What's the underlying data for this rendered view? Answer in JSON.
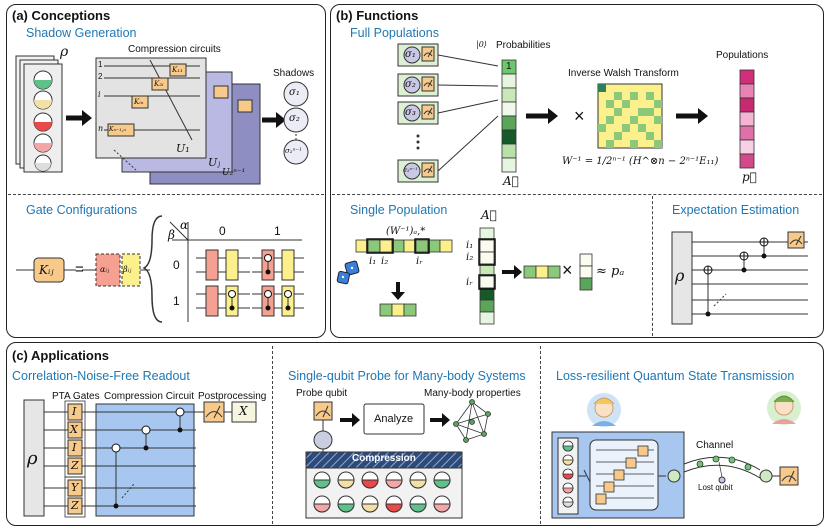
{
  "panel_a": {
    "title": "(a) Conceptions",
    "shadow_generation": {
      "title": "Shadow Generation",
      "rho": "ρ",
      "compression_label": "Compression circuits",
      "wire_labels": [
        "1",
        "2",
        "i",
        "n"
      ],
      "gates": [
        "K₁₁",
        "K₂ᵢ",
        "Kᵢₙ",
        "Kₙ₋₁,ₙ"
      ],
      "unitaries": [
        "U₁",
        "Uⱼ",
        "U₂ⁿ⁻¹"
      ],
      "shadows_label": "Shadows",
      "shadows": [
        "σ₁",
        "σ₂",
        "σ₂ⁿ⁻¹"
      ]
    },
    "gate_configurations": {
      "title": "Gate Configurations",
      "gate": "Kᵢⱼ",
      "equals": "=",
      "alpha_gate": "αᵢⱼ",
      "beta_gate": "βᵢⱼ",
      "alpha": "α",
      "beta": "β",
      "col_labels": [
        "0",
        "1"
      ],
      "row_labels": [
        "0",
        "1"
      ]
    }
  },
  "panel_b": {
    "title": "(b) Functions",
    "full_populations": {
      "title": "Full Populations",
      "sigmas": [
        "σ₁",
        "σ₂",
        "σ₃",
        "σ₂ⁿ⁻¹"
      ],
      "ket0": "|0⟩",
      "probabilities_label": "Probabilities",
      "first_prob": "1",
      "A_label": "A⃗",
      "times": "×",
      "iwt_label": "Inverse Walsh Transform",
      "formula": "W⁻¹ = 1/2ⁿ⁻¹ (H^⊗n − 2ⁿ⁻¹E₁₁)",
      "populations_label": "Populations",
      "p_label": "p⃗"
    },
    "single_population": {
      "title": "Single Population",
      "row_label": "(W⁻¹)ₐ,*",
      "index_labels": [
        "i₁",
        "i₂",
        "iᵣ"
      ],
      "A_label": "A⃗",
      "A_index_labels": [
        "i₁",
        "i₂",
        "iᵣ"
      ],
      "times": "×",
      "approx": "≈ pₐ"
    },
    "expectation_estimation": {
      "title": "Expectation Estimation",
      "rho": "ρ"
    }
  },
  "panel_c": {
    "title": "(c) Applications",
    "readout": {
      "title": "Correlation-Noise-Free Readout",
      "pta_label": "PTA Gates",
      "cc_label": "Compression Circuit",
      "post_label": "Postprocessing",
      "rho": "ρ",
      "pta_gates": [
        "I",
        "X",
        "I",
        "Z",
        "Y",
        "Z"
      ],
      "x_gate": "X"
    },
    "probe": {
      "title": "Single-qubit Probe for Many-body Systems",
      "probe_label": "Probe qubit",
      "analyze_label": "Analyze",
      "properties_label": "Many-body properties",
      "compression_label": "Compression"
    },
    "transmission": {
      "title": "Loss-resilient Quantum State Transmission",
      "channel_label": "Channel",
      "lost_label": "Lost qubit"
    }
  },
  "colors": {
    "accent_blue": "#1f77b4",
    "gate_orange": "#f7c98a",
    "gate_red": "#f08a7a",
    "gate_yellow": "#fbf08c",
    "circuit_blue": "#a7c7f0",
    "green": "#5aa55a",
    "magenta": "#d0307a"
  }
}
